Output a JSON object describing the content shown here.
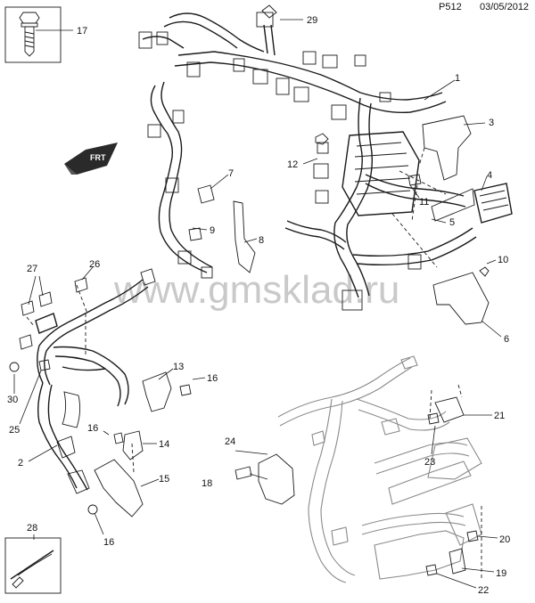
{
  "header": {
    "page_code": "P512",
    "date": "03/05/2012"
  },
  "watermark": "www.gmsklad.ru",
  "fwd_badge": "FRT",
  "callouts": [
    {
      "id": "c1",
      "label": "1"
    },
    {
      "id": "c2",
      "label": "2"
    },
    {
      "id": "c3",
      "label": "3"
    },
    {
      "id": "c4",
      "label": "4"
    },
    {
      "id": "c5",
      "label": "5"
    },
    {
      "id": "c6",
      "label": "6"
    },
    {
      "id": "c7",
      "label": "7"
    },
    {
      "id": "c8",
      "label": "8"
    },
    {
      "id": "c9",
      "label": "9"
    },
    {
      "id": "c10",
      "label": "10"
    },
    {
      "id": "c11",
      "label": "11"
    },
    {
      "id": "c12",
      "label": "12"
    },
    {
      "id": "c13",
      "label": "13"
    },
    {
      "id": "c14",
      "label": "14"
    },
    {
      "id": "c15",
      "label": "15"
    },
    {
      "id": "c16a",
      "label": "16"
    },
    {
      "id": "c16b",
      "label": "16"
    },
    {
      "id": "c16c",
      "label": "16"
    },
    {
      "id": "c17",
      "label": "17"
    },
    {
      "id": "c18",
      "label": "18"
    },
    {
      "id": "c19",
      "label": "19"
    },
    {
      "id": "c20",
      "label": "20"
    },
    {
      "id": "c21",
      "label": "21"
    },
    {
      "id": "c22",
      "label": "22"
    },
    {
      "id": "c23",
      "label": "23"
    },
    {
      "id": "c24",
      "label": "24"
    },
    {
      "id": "c25",
      "label": "25"
    },
    {
      "id": "c26",
      "label": "26"
    },
    {
      "id": "c27",
      "label": "27"
    },
    {
      "id": "c28",
      "label": "28"
    },
    {
      "id": "c29",
      "label": "29"
    },
    {
      "id": "c30",
      "label": "30"
    }
  ]
}
